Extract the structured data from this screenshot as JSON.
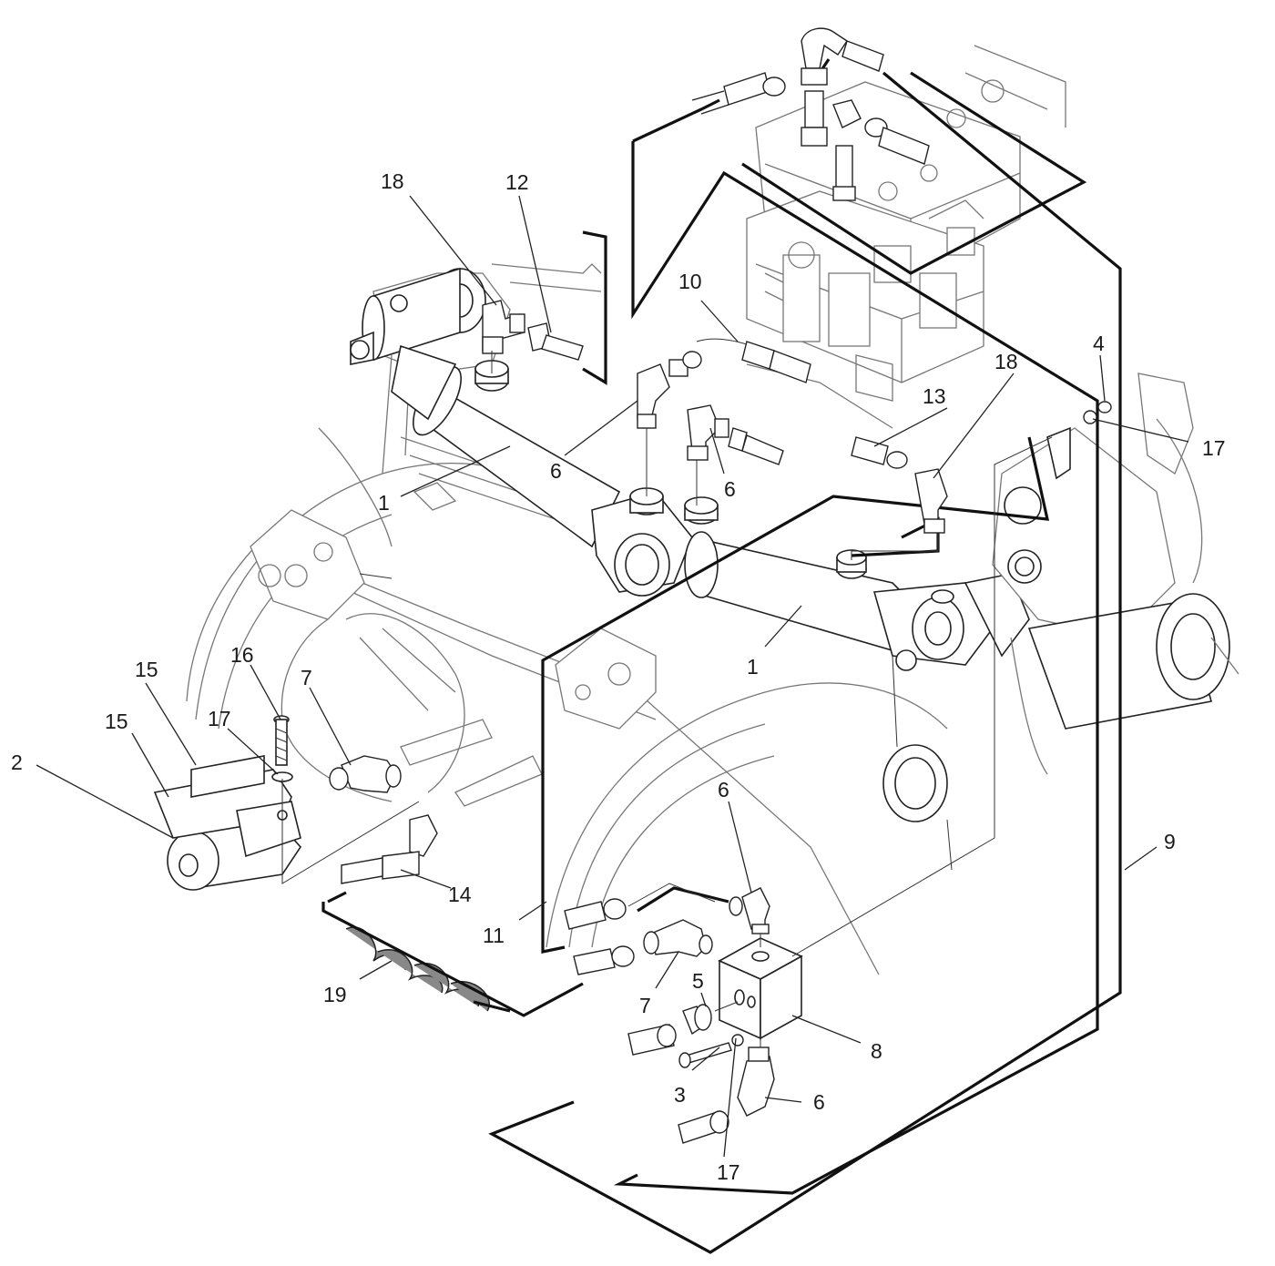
{
  "callouts": [
    {
      "id": "c1a",
      "text": "1"
    },
    {
      "id": "c1b",
      "text": "1"
    },
    {
      "id": "c2",
      "text": "2"
    },
    {
      "id": "c3",
      "text": "3"
    },
    {
      "id": "c4",
      "text": "4"
    },
    {
      "id": "c5",
      "text": "5"
    },
    {
      "id": "c6a",
      "text": "6"
    },
    {
      "id": "c6b",
      "text": "6"
    },
    {
      "id": "c6c",
      "text": "6"
    },
    {
      "id": "c6d",
      "text": "6"
    },
    {
      "id": "c7a",
      "text": "7"
    },
    {
      "id": "c7b",
      "text": "7"
    },
    {
      "id": "c8",
      "text": "8"
    },
    {
      "id": "c9",
      "text": "9"
    },
    {
      "id": "c10",
      "text": "10"
    },
    {
      "id": "c11",
      "text": "11"
    },
    {
      "id": "c12",
      "text": "12"
    },
    {
      "id": "c13",
      "text": "13"
    },
    {
      "id": "c14",
      "text": "14"
    },
    {
      "id": "c15a",
      "text": "15"
    },
    {
      "id": "c15b",
      "text": "15"
    },
    {
      "id": "c16",
      "text": "16"
    },
    {
      "id": "c17a",
      "text": "17"
    },
    {
      "id": "c17b",
      "text": "17"
    },
    {
      "id": "c17c",
      "text": "17"
    },
    {
      "id": "c18a",
      "text": "18"
    },
    {
      "id": "c18b",
      "text": "18"
    },
    {
      "id": "c19",
      "text": "19"
    }
  ]
}
